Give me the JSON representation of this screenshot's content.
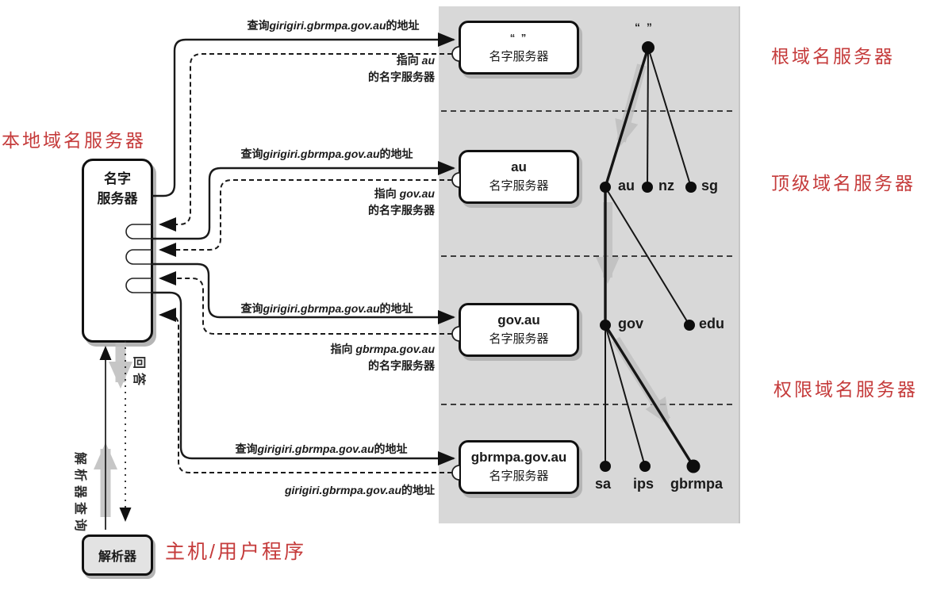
{
  "colors": {
    "accent_red": "#c53b3b",
    "panel_gray": "#d8d8d8"
  },
  "side_labels": {
    "local": "本地域名服务器",
    "root": "根域名服务器",
    "tld": "顶级域名服务器",
    "authoritative": "权限域名服务器",
    "host": "主机/用户程序"
  },
  "local_server": {
    "line1": "名字",
    "line2": "服务器"
  },
  "resolver_label": "解析器",
  "vertical_labels": {
    "resolver_query": "解析器查询",
    "answer": "回答"
  },
  "server_boxes": {
    "root": {
      "title": "“ ”",
      "subtitle": "名字服务器"
    },
    "au": {
      "title": "au",
      "subtitle": "名字服务器"
    },
    "gov_au": {
      "title": "gov.au",
      "subtitle": "名字服务器"
    },
    "gbrmpa": {
      "title": "gbrmpa.gov.au",
      "subtitle": "名字服务器"
    }
  },
  "steps": [
    {
      "query": {
        "prefix": "查询",
        "domain": "girigiri.gbrmpa.gov.au",
        "suffix": "的地址"
      },
      "reply": {
        "line1_prefix": "指向 ",
        "line1_domain": "au",
        "line2": "的名字服务器"
      }
    },
    {
      "query": {
        "prefix": "查询",
        "domain": "girigiri.gbrmpa.gov.au",
        "suffix": "的地址"
      },
      "reply": {
        "line1_prefix": "指向 ",
        "line1_domain": "gov.au",
        "line2": "的名字服务器"
      }
    },
    {
      "query": {
        "prefix": "查询",
        "domain": "girigiri.gbrmpa.gov.au",
        "suffix": "的地址"
      },
      "reply": {
        "line1_prefix": "指向 ",
        "line1_domain": "gbrmpa.gov.au",
        "line2": "的名字服务器"
      }
    },
    {
      "query": {
        "prefix": "查询",
        "domain": "girigiri.gbrmpa.gov.au",
        "suffix": "的地址"
      },
      "reply": {
        "line1_domain": "girigiri.gbrmpa.gov.au",
        "line1_suffix": "的地址"
      }
    }
  ],
  "tree": {
    "root_label": "“ ”",
    "nodes": {
      "au": "au",
      "nz": "nz",
      "sg": "sg",
      "gov": "gov",
      "edu": "edu",
      "sa": "sa",
      "ips": "ips",
      "gbrmpa": "gbrmpa"
    }
  }
}
